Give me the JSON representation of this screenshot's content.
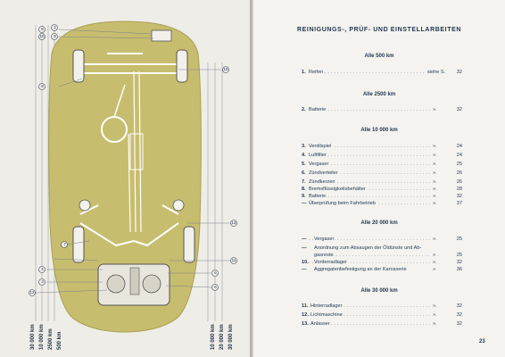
{
  "left_page": {
    "diagram_callouts": [
      "8",
      "2",
      "10",
      "9",
      "13",
      "7",
      "4",
      "3",
      "12",
      "1",
      "11",
      "5",
      "6"
    ],
    "mileage_labels": [
      "30 000 km",
      "10 000 km",
      "2500 km",
      "500 km",
      "10 000 km",
      "20 000 km",
      "30 000 km"
    ],
    "colors": {
      "body_fill": "#c7bd6e",
      "line": "#ffffff",
      "paper": "#efede7"
    }
  },
  "right_page": {
    "title": "REINIGUNGS-, PRÜF- UND EINSTELLARBEITEN",
    "sections": [
      {
        "heading": "Alle 500 km",
        "items": [
          {
            "num": "1.",
            "label": "Reifen",
            "ref": "siehe S.",
            "page": "32"
          }
        ]
      },
      {
        "heading": "Alle 2500 km",
        "items": [
          {
            "num": "2.",
            "label": "Batterie",
            "ref": "»",
            "page": "32"
          }
        ]
      },
      {
        "heading": "Alle 10 000 km",
        "items": [
          {
            "num": "3.",
            "label": "Ventilspiel",
            "ref": "»",
            "page": "24"
          },
          {
            "num": "4.",
            "label": "Luftfilter",
            "ref": "»",
            "page": "24"
          },
          {
            "num": "5.",
            "label": "Vergaser",
            "ref": "»",
            "page": "25"
          },
          {
            "num": "6.",
            "label": "Zündverteiler",
            "ref": "»",
            "page": "26"
          },
          {
            "num": "7.",
            "label": "Zündkerzen",
            "ref": "»",
            "page": "26"
          },
          {
            "num": "8.",
            "label": "Bremsflüssigkeitsbehälter",
            "ref": "»",
            "page": "28"
          },
          {
            "num": "9.",
            "label": "Batterie",
            "ref": "»",
            "page": "32"
          },
          {
            "num": "—",
            "label": "Überprüfung beim Fahrbetrieb",
            "ref": "»",
            "page": "37"
          }
        ]
      },
      {
        "heading": "Alle 20 000 km",
        "items": [
          {
            "num": "—",
            "label": "Vergaser",
            "ref": "»",
            "page": "25"
          },
          {
            "num": "—",
            "label": "Anordnung zum Absaugen der Öldünste und Ab-",
            "ref": "",
            "page": ""
          },
          {
            "num": "",
            "label": "gasreste",
            "ref": "»",
            "page": "25"
          },
          {
            "num": "10.",
            "label": "Vorderradlager",
            "ref": "»",
            "page": "32"
          },
          {
            "num": "—",
            "label": "Aggregatenbefestigung an der Karosserie",
            "ref": "»",
            "page": "36"
          }
        ]
      },
      {
        "heading": "Alle 30 000 km",
        "items": [
          {
            "num": "11.",
            "label": "Hinterradlager",
            "ref": "»",
            "page": "32"
          },
          {
            "num": "12.",
            "label": "Lichtmaschine",
            "ref": "»",
            "page": "32"
          },
          {
            "num": "13.",
            "label": "Anlasser",
            "ref": "»",
            "page": "32"
          }
        ]
      }
    ],
    "page_number": "23"
  }
}
